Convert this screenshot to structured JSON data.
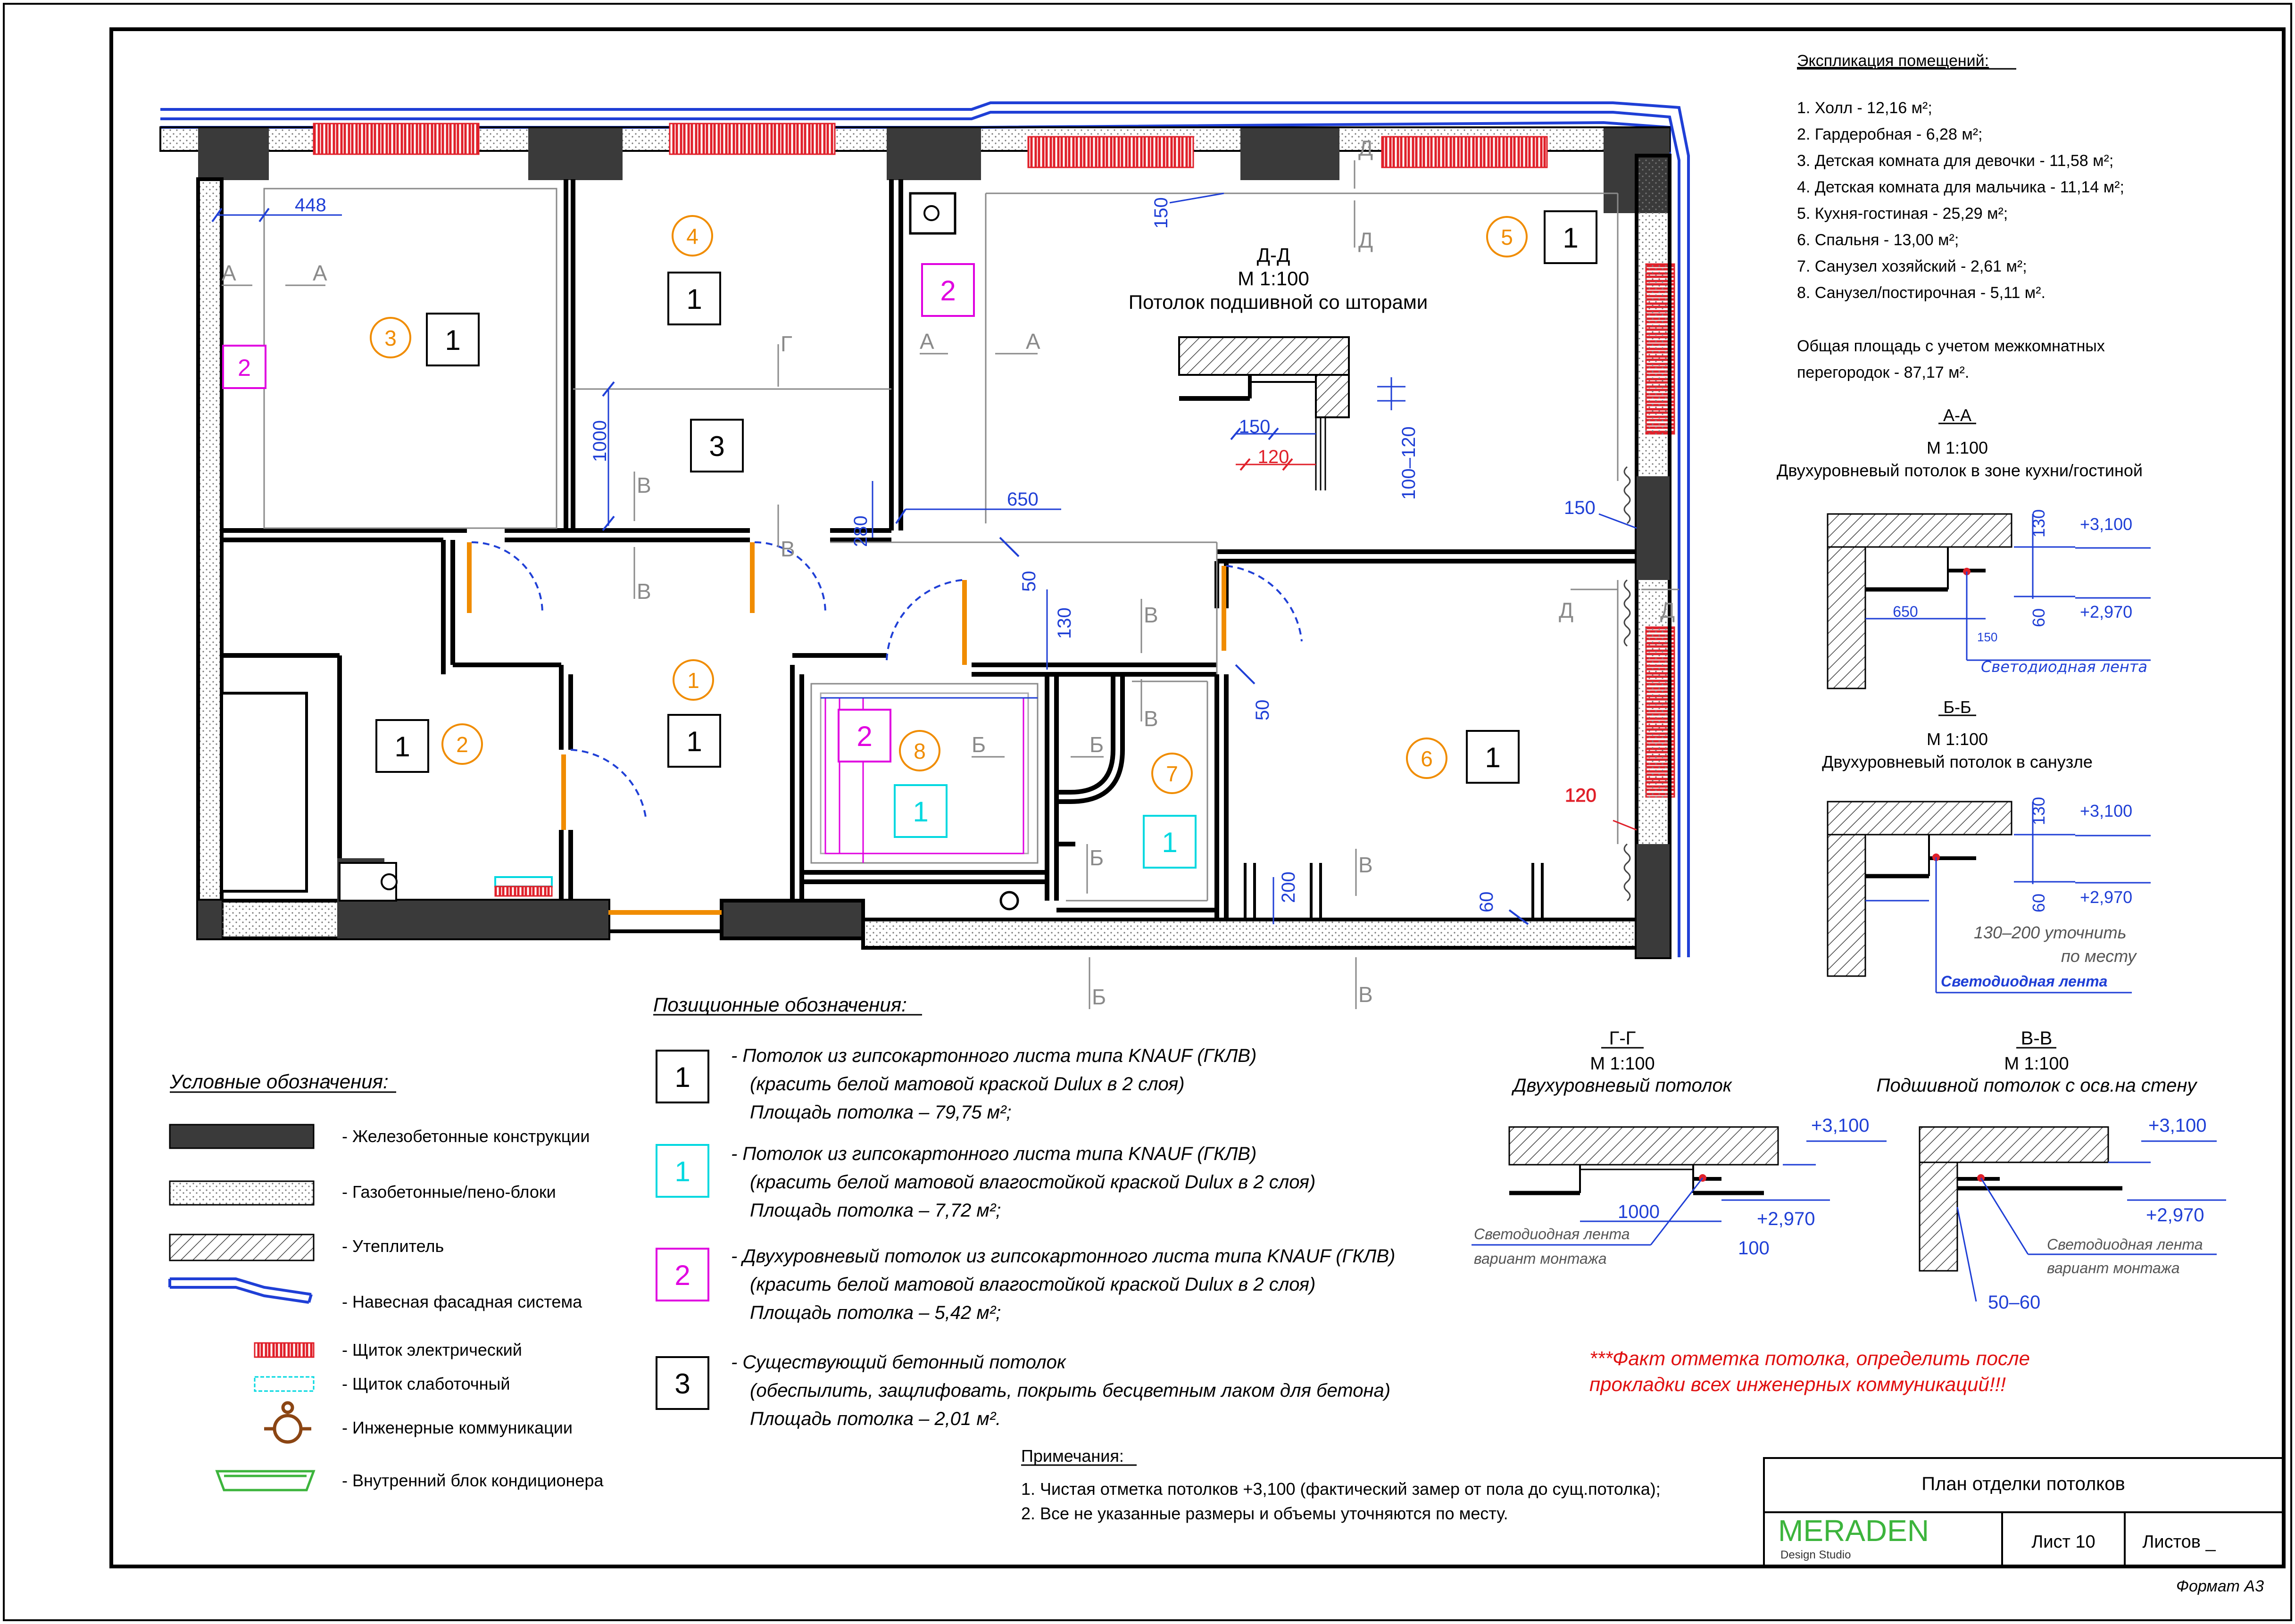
{
  "explication": {
    "title": "Экспликация помещений:",
    "rooms": [
      "1. Холл - 12,16 м²;",
      "2. Гардеробная - 6,28 м²;",
      "3. Детская комната для девочки - 11,58 м²;",
      "4. Детская комната для мальчика - 11,14 м²;",
      "5. Кухня-гостиная - 25,29 м²;",
      "6. Спальня - 13,00 м²;",
      "7. Санузел хозяйский - 2,61 м²;",
      "8. Санузел/постирочная  - 5,11 м²."
    ],
    "total_line1": "Общая площадь с учетом межкомнатных",
    "total_line2": "перегородок - 87,17 м²."
  },
  "sections": {
    "aa": {
      "name": "А-А",
      "scale": "М 1:100",
      "desc": "Двухуровневый потолок в зоне кухни/гостиной",
      "top": "+3,100",
      "bottom": "+2,970",
      "d1": "130",
      "d2": "60",
      "d3": "650",
      "d4": "150",
      "led": "Светодиодная лента"
    },
    "bb": {
      "name": "Б-Б",
      "scale": "М 1:100",
      "desc": "Двухуровневый потолок в санузле",
      "top": "+3,100",
      "bottom": "+2,970",
      "d1": "130",
      "d2": "60",
      "note1": "130–200 уточнить",
      "note2": "по месту",
      "led": "Светодиодная лента"
    },
    "gg": {
      "name": "Г-Г",
      "scale": "М 1:100",
      "desc": "Двухуровневый потолок",
      "top": "+3,100",
      "bottom": "+2,970",
      "d1": "1000",
      "d2": "100",
      "led1": "Светодиодная лента",
      "led2": "вариант монтажа"
    },
    "vv": {
      "name": "В-В",
      "scale": "М 1:100",
      "desc": "Подшивной потолок с осв.на стену",
      "top": "+3,100",
      "bottom": "+2,970",
      "d1": "50–60",
      "led1": "Светодиодная лента",
      "led2": "вариант монтажа"
    },
    "dd": {
      "name": "Д-Д",
      "scale": "М 1:100",
      "desc": "Потолок подшивной со шторами",
      "d1": "150",
      "d2": "120",
      "d3": "100–120"
    }
  },
  "plan": {
    "rooms": [
      {
        "num": "1",
        "tag": "1"
      },
      {
        "num": "2",
        "tag": "1"
      },
      {
        "num": "3",
        "tag": "1"
      },
      {
        "num": "4",
        "tag": "1"
      },
      {
        "num": "5",
        "tag": "1"
      },
      {
        "num": "6",
        "tag": "1"
      },
      {
        "num": "7",
        "tag": "1"
      },
      {
        "num": "8",
        "tag": "1"
      }
    ],
    "extra_tags": [
      "2",
      "2",
      "2",
      "3"
    ],
    "dims": {
      "d448": "448",
      "d1000": "1000",
      "d280": "280",
      "d650": "650",
      "d150": "150",
      "d150b": "150",
      "d50": "50",
      "d130": "130",
      "d50b": "50",
      "d120": "120",
      "d200": "200",
      "d60": "60"
    },
    "cut_letters": {
      "a": "А",
      "b": "Б",
      "v": "В",
      "g": "Г",
      "d": "Д"
    }
  },
  "legend": {
    "title": "Условные обозначения:",
    "items": [
      "- Железобетонные конструкции",
      "- Газобетонные/пено-блоки",
      "- Утеплитель",
      "- Навесная фасадная система",
      "- Щиток электрический",
      "- Щиток слаботочный",
      "- Инженерные коммуникации",
      "- Внутренний блок кондиционера"
    ]
  },
  "positions": {
    "title": "Позиционные обозначения:",
    "items": [
      {
        "tag": "1",
        "color": "#000000",
        "l1": "- Потолок из гипсокартонного листа типа KNAUF (ГКЛВ)",
        "l2": "(красить белой матовой краской Dulux в 2 слоя)",
        "l3": "Площадь потолка  – 79,75 м²;"
      },
      {
        "tag": "1",
        "color": "#00d8e0",
        "l1": "- Потолок из гипсокартонного листа типа KNAUF (ГКЛВ)",
        "l2": "(красить белой матовой влагостойкой краской Dulux в 2 слоя)",
        "l3": "Площадь потолка  – 7,72 м²;"
      },
      {
        "tag": "2",
        "color": "#e000e0",
        "l1": "- Двухуровневый потолок из гипсокартонного листа типа KNAUF (ГКЛВ)",
        "l2": "(красить белой матовой влагостойкой краской Dulux в 2 слоя)",
        "l3": "Площадь потолка  – 5,42 м²;"
      },
      {
        "tag": "3",
        "color": "#000000",
        "l1": "- Существующий бетонный потолок",
        "l2": "(обеспылить, защлифовать, покрыть бесцветным лаком для бетона)",
        "l3": "Площадь потолка  – 2,01 м²."
      }
    ]
  },
  "warning": {
    "line1": "***Факт отметка потолка, определить после",
    "line2": "прокладки всех инженерных коммуникаций!!!"
  },
  "notes": {
    "title": "Примечания:",
    "items": [
      "1. Чистая отметка потолков +3,100 (фактический замер от пола до сущ.потолка);",
      "2. Все не указанные размеры и объемы уточняются по месту."
    ]
  },
  "titleblock": {
    "title": "План отделки потолков",
    "brand": "MERADEN",
    "brand_sub": "Design Studio",
    "sheet": "Лист 10",
    "sheets": "Листов _",
    "format": "Формат  А3"
  },
  "colors": {
    "dims": "#1f3fd6",
    "room_circle": "#f08c00",
    "tag_cyan": "#00d8e0",
    "tag_magenta": "#e000e0",
    "electric": "#e0202a",
    "concrete": "#3a3a3a",
    "warning": "#e01010",
    "brand": "#3cb43c"
  }
}
